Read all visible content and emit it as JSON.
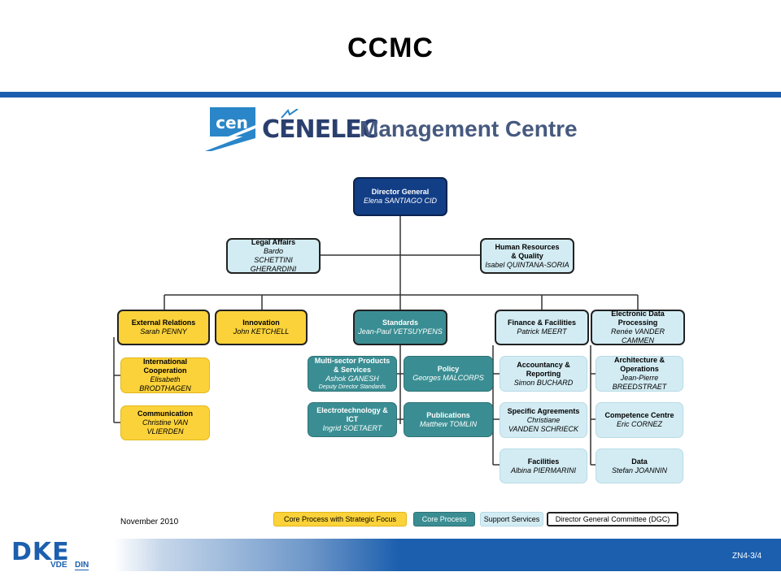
{
  "slide_title": "CCMC",
  "banner": {
    "cen_logo_text": "cen",
    "cenelec_text": "CENELEC",
    "management_text": "Management Centre"
  },
  "org": {
    "director_general": {
      "title": "Director General",
      "name": "Elena SANTIAGO CID"
    },
    "legal_affairs": {
      "title": "Legal Affairs",
      "name_line1": "Bardo",
      "name_line2": "SCHETTINI GHERARDINI"
    },
    "human_resources": {
      "title_line1": "Human Resources",
      "title_line2": "& Quality",
      "name": "Isabel QUINTANA-SORIA"
    },
    "external_relations": {
      "title": "External Relations",
      "name": "Sarah PENNY"
    },
    "innovation": {
      "title": "Innovation",
      "name": "John KETCHELL"
    },
    "standards": {
      "title": "Standards",
      "name": "Jean-Paul VETSUYPENS"
    },
    "finance": {
      "title": "Finance & Facilities",
      "name": "Patrick MEERT"
    },
    "edp": {
      "title_line1": "Electronic Data",
      "title_line2": "Processing",
      "name": "Renée VANDER CAMMEN"
    },
    "international_cooperation": {
      "title_line1": "International",
      "title_line2": "Cooperation",
      "name_line1": "Elisabeth",
      "name_line2": "BRODTHAGEN"
    },
    "communication": {
      "title": "Communication",
      "name": "Christine VAN VLIERDEN"
    },
    "multisector": {
      "title_line1": "Multi-sector Products",
      "title_line2": "& Services",
      "name": "Ashok GANESH",
      "subtitle": "Deputy Director Standards"
    },
    "policy": {
      "title": "Policy",
      "name": "Georges MALCORPS"
    },
    "electrotechnology": {
      "title": "Electrotechnology & ICT",
      "name": "Ingrid SOETAERT"
    },
    "publications": {
      "title": "Publications",
      "name": "Matthew TOMLIN"
    },
    "accountancy": {
      "title_line1": "Accountancy &",
      "title_line2": "Reporting",
      "name": "Simon BUCHARD"
    },
    "specific_agreements": {
      "title": "Specific Agreements",
      "name_line1": "Christiane",
      "name_line2": "VANDEN SCHRIECK"
    },
    "facilities": {
      "title": "Facilities",
      "name": "Albina PIERMARINI"
    },
    "architecture": {
      "title_line1": "Architecture &",
      "title_line2": "Operations",
      "name_line1": "Jean-Pierre",
      "name_line2": "BREEDSTRAET"
    },
    "competence_centre": {
      "title": "Competence Centre",
      "name": "Eric CORNEZ"
    },
    "data": {
      "title": "Data",
      "name": "Stefan JOANNIN"
    }
  },
  "date": "November 2010",
  "legend": {
    "strategic": "Core Process with Strategic Focus",
    "core": "Core Process",
    "support": "Support Services",
    "dgc": "Director General Committee (DGC)"
  },
  "footer": {
    "logo_text": "DKE",
    "vde_text": "VDE",
    "din_text": "DIN",
    "page": "ZN4-3/4"
  },
  "colors": {
    "brand_blue": "#1c5fae",
    "director_blue": "#123e86",
    "core_teal": "#3a8e93",
    "strategic_yellow": "#fbd23a",
    "support_lightblue": "#d3ecf3"
  }
}
